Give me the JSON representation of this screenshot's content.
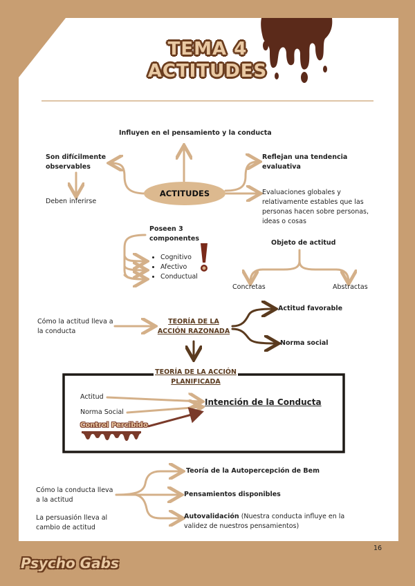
{
  "page": {
    "title_line1": "TEMA 4",
    "title_line2": "ACTITUDES",
    "page_number": "16",
    "brand": "Psycho Gabs"
  },
  "map": {
    "center": "ACTITUDES",
    "top": "Influyen en el pensamiento y la conducta",
    "left": "Son difícilmente observables",
    "left_sub": "Deben inferirse",
    "right": "Reflejan una tendencia evaluativa",
    "right_sub": "Evaluaciones globales y relativamente estables que las personas hacen sobre personas, ideas o cosas"
  },
  "components": {
    "title": "Poseen 3 componentes",
    "items": [
      "Cognitivo",
      "Afectivo",
      "Conductual"
    ]
  },
  "object": {
    "title": "Objeto de actitud",
    "left": "Concretas",
    "right": "Abstractas"
  },
  "reasoned": {
    "left": "Cómo la actitud lleva a la conducta",
    "theory": "TEORÍA DE LA ACCIÓN RAZONADA",
    "out1": "Actitud favorable",
    "out2": "Norma social"
  },
  "planned": {
    "theory": "TEORÍA DE LA ACCIÓN PLANIFICADA",
    "in1": "Actitud",
    "in2": "Norma Social",
    "in3": "Control Percibido",
    "result": "Intención de la Conducta"
  },
  "reverse": {
    "left1": "Cómo la conducta lleva a la actitud",
    "left2": "La persuasión lleva al cambio de actitud",
    "out1": "Teoría de la Autopercepción de Bem",
    "out2": "Pensamientos disponibles",
    "out3_bold": "Autovalidación",
    "out3_rest": " (Nuestra conducta influye en la validez de nuestros pensamientos)"
  },
  "colors": {
    "background": "#c89e72",
    "paper": "#ffffff",
    "accent": "#d4b089",
    "dark": "#5a3a1e",
    "chocolate": "#5b2a1a"
  }
}
